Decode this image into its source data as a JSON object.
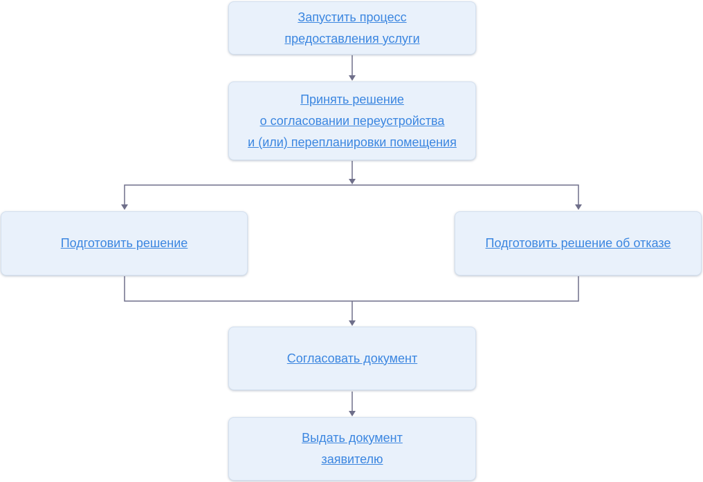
{
  "nodes": {
    "start": {
      "lines": [
        "Запустить процесс",
        "предоставления услуги"
      ]
    },
    "decide": {
      "lines": [
        "Принять решение",
        "о согласовании переустройства",
        "и (или) перепланировки помещения"
      ]
    },
    "prepare_decision": {
      "lines": [
        "Подготовить решение"
      ]
    },
    "prepare_refusal": {
      "lines": [
        "Подготовить решение об отказе"
      ]
    },
    "approve_document": {
      "lines": [
        "Согласовать документ"
      ]
    },
    "issue_document": {
      "lines": [
        "Выдать документ",
        "заявителю"
      ]
    }
  },
  "colors": {
    "node_fill": "#e9f1fb",
    "node_border": "#d3e0ef",
    "link_text": "#3b86e0",
    "connector": "#6f6f8a"
  }
}
